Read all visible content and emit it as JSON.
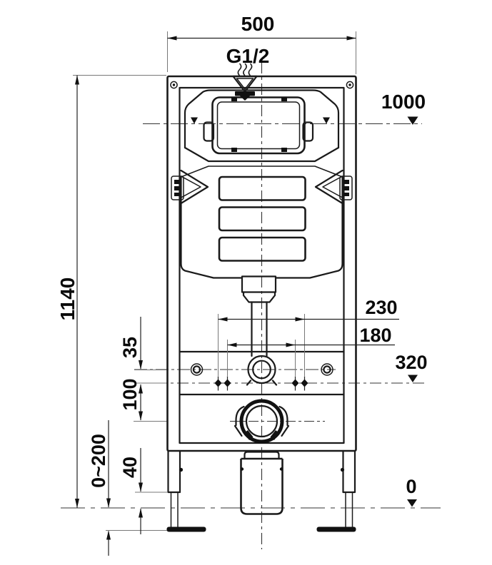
{
  "drawing": {
    "labels": {
      "width": "500",
      "inlet_thread": "G1/2",
      "height": "1140",
      "supply_level": "1000",
      "bolt_spacing_outer": "230",
      "bolt_spacing_inner": "180",
      "outlet_level": "320",
      "flush_offset": "35",
      "outlet_offset": "100",
      "floor_adjust_range": "0~200",
      "foot_height": "40",
      "floor_level": "0"
    },
    "colors": {
      "line": "#1a1a1a",
      "dimension": "#222222",
      "extension": "#787878",
      "text": "#0a0a0a",
      "background": "#ffffff"
    },
    "icons": {
      "level_marker": "filled-down-triangle",
      "water_supply": "wavy-flow-lines-into-funnel"
    }
  }
}
